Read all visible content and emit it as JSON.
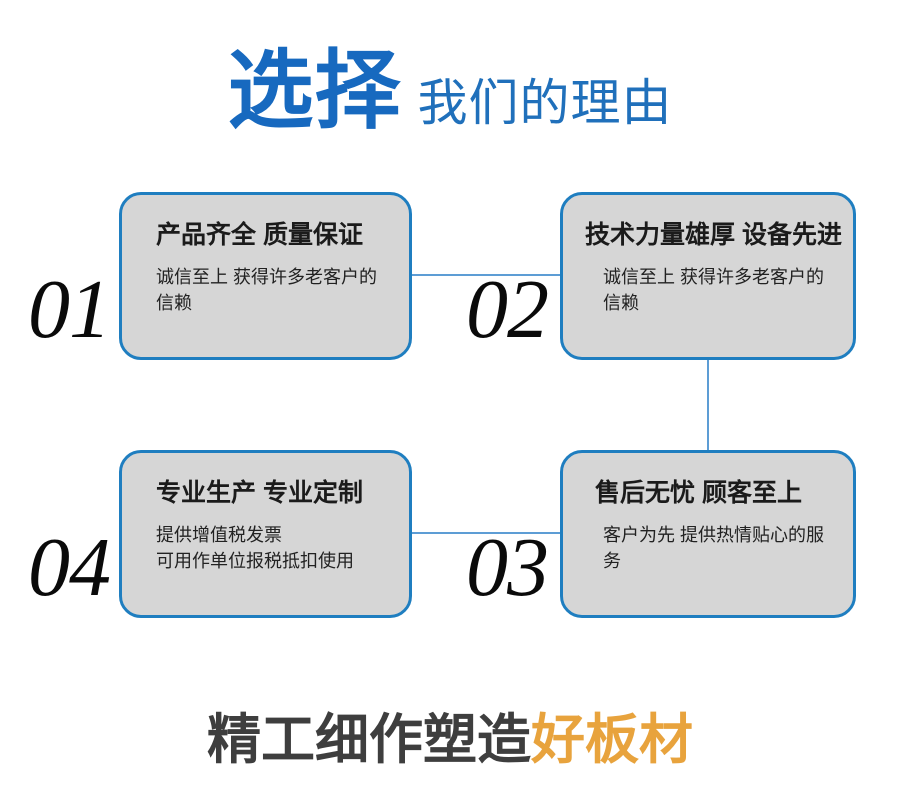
{
  "header": {
    "strong_text": "选择",
    "light_text": "我们的理由",
    "strong_color": "#1769bf",
    "light_color": "#2070bb"
  },
  "theme": {
    "card_border_color": "#1f7ec0",
    "card_fill_color": "#d6d6d6",
    "connector_color": "#5d9dd5",
    "number_color": "#0a0a0a",
    "accent_color": "#e8a33d",
    "footer_dark_color": "#3e3e3e",
    "background": "#ffffff"
  },
  "cards": [
    {
      "number": "01",
      "title": "产品齐全 质量保证",
      "body": "诚信至上 获得许多老客户的信赖"
    },
    {
      "number": "02",
      "title": "技术力量雄厚 设备先进",
      "body": "诚信至上 获得许多老客户的信赖"
    },
    {
      "number": "03",
      "title": "售后无忧 顾客至上",
      "body": "客户为先 提供热情贴心的服务"
    },
    {
      "number": "04",
      "title": "专业生产 专业定制",
      "body": "提供增值税发票\n可用作单位报税抵扣使用"
    }
  ],
  "footer": {
    "dark_text": "精工细作塑造",
    "accent_text": "好板材"
  }
}
